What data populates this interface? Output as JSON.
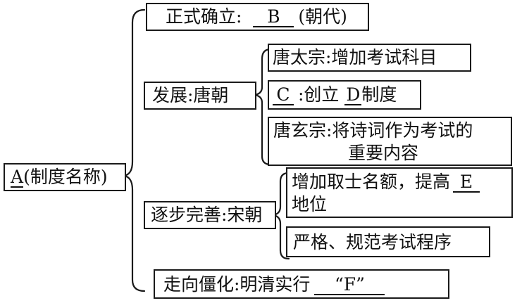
{
  "root": {
    "label_prefix": "A",
    "label_suffix": "(制度名称)"
  },
  "establish": {
    "text": "正式确立:",
    "blank": "B",
    "suffix": "(朝代)"
  },
  "develop": {
    "label": "发展:唐朝",
    "items": {
      "taizong": "唐太宗:增加考试科目",
      "c_blank": "C",
      "c_mid": ":创立",
      "d_blank": "D",
      "c_suffix": "制度",
      "xuanzong_line1": "唐玄宗:将诗词作为考试的",
      "xuanzong_line2": "重要内容"
    }
  },
  "improve": {
    "label": "逐步完善:宋朝",
    "items": {
      "quota_line1": "增加取士名额，提高",
      "e_blank": "E",
      "quota_line2": "地位",
      "procedure": "严格、规范考试程序"
    }
  },
  "rigid": {
    "text": "走向僵化:明清实行",
    "blank": "“F”"
  }
}
